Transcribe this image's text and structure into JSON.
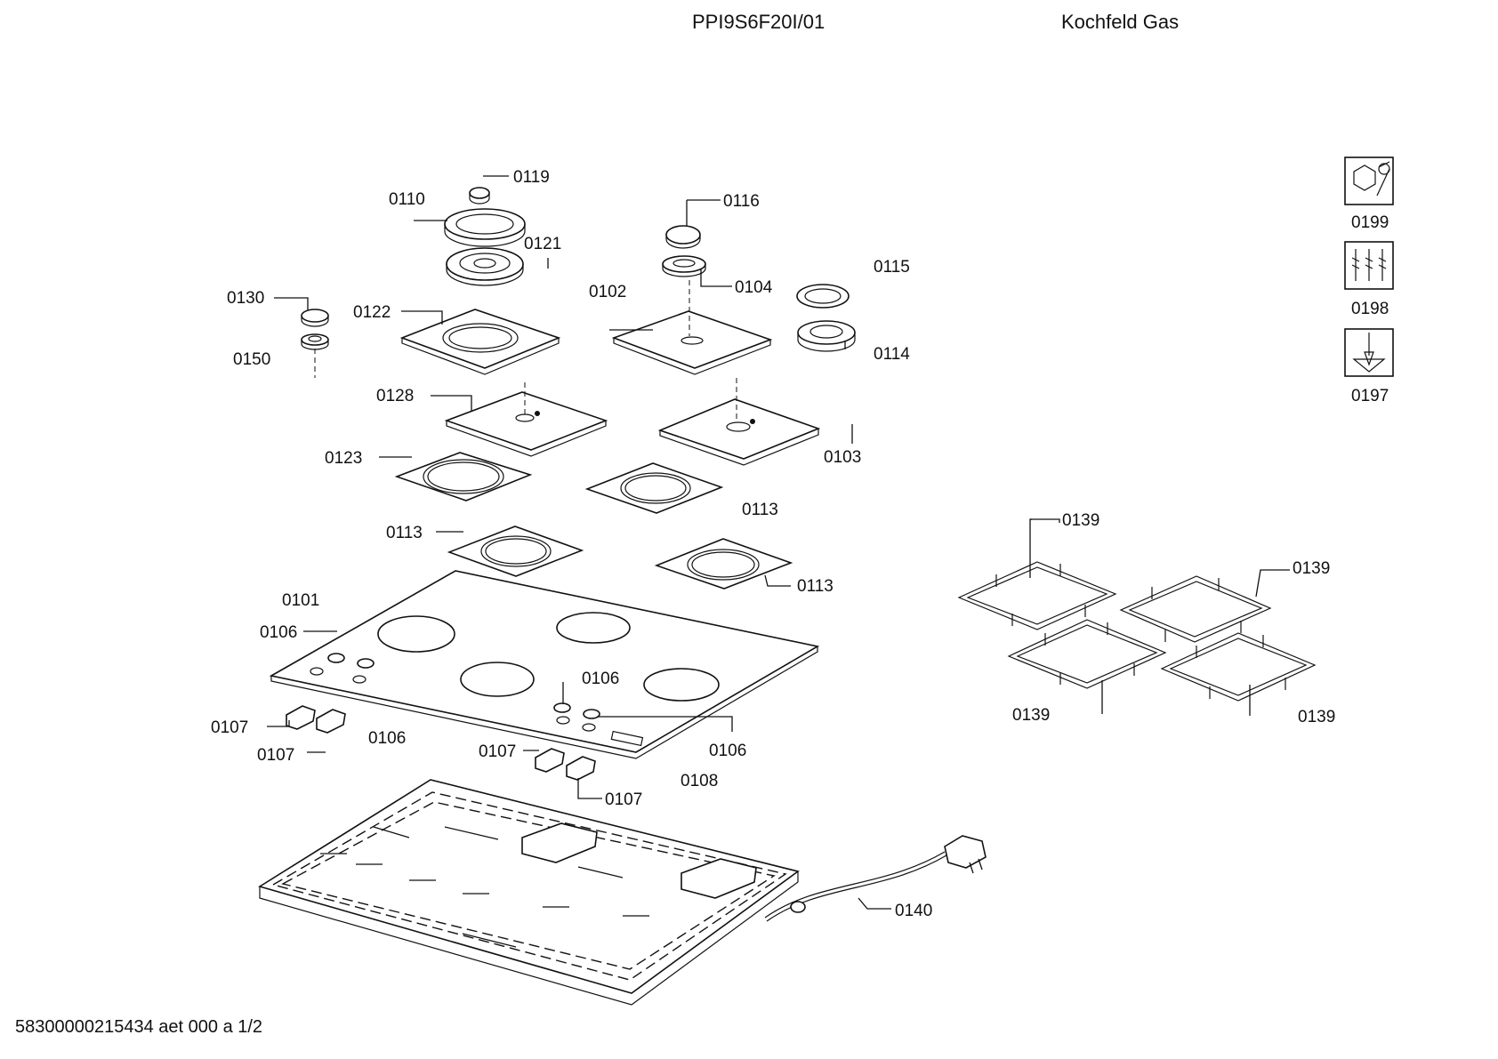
{
  "header": {
    "model": "PPI9S6F20I/01",
    "title": "Kochfeld Gas"
  },
  "footer": {
    "doc_id": "58300000215434 aet 000 a 1/2"
  },
  "parts": {
    "p0119": "0119",
    "p0110": "0110",
    "p0121": "0121",
    "p0116": "0116",
    "p0104": "0104",
    "p0115": "0115",
    "p0114": "0114",
    "p0102": "0102",
    "p0130": "0130",
    "p0150": "0150",
    "p0122": "0122",
    "p0128": "0128",
    "p0103": "0103",
    "p0123": "0123",
    "p0113a": "0113",
    "p0113b": "0113",
    "p0113c": "0113",
    "p0101": "0101",
    "p0106a": "0106",
    "p0106b": "0106",
    "p0106c": "0106",
    "p0106d": "0106",
    "p0107a": "0107",
    "p0107b": "0107",
    "p0107c": "0107",
    "p0107d": "0107",
    "p0108": "0108",
    "p0140": "0140",
    "p0139a": "0139",
    "p0139b": "0139",
    "p0139c": "0139",
    "p0139d": "0139",
    "p0199": "0199",
    "p0198": "0198",
    "p0197": "0197"
  },
  "icons": {
    "service_kit": "wrench-hex-icon",
    "screws": "screws-icon",
    "screwdriver": "screwdriver-icon"
  }
}
